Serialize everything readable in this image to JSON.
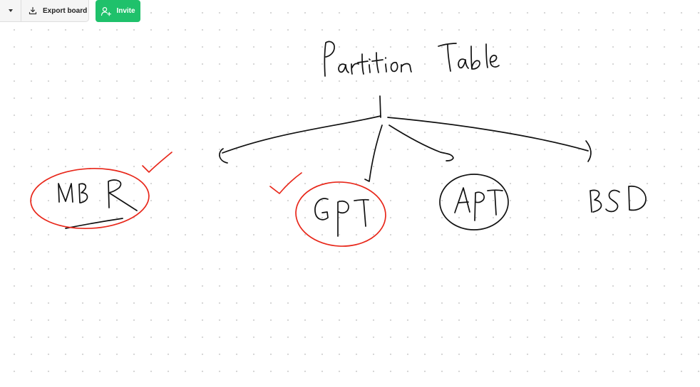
{
  "toolbar": {
    "menu_icon": "chevron-down-icon",
    "export_icon": "download-icon",
    "export_label": "Export board"
  },
  "invite": {
    "icon": "add-user-icon",
    "label": "Invite",
    "color": "#1fc16b"
  },
  "board": {
    "background": "#ffffff",
    "grid": "dotted",
    "ink_color": "#111111",
    "highlight_color": "#e8271a",
    "handwritten_text": {
      "title": "Partition Table",
      "node_1": "MBR",
      "node_2": "GPT",
      "node_3": "APT",
      "node_4": "BSD"
    }
  }
}
